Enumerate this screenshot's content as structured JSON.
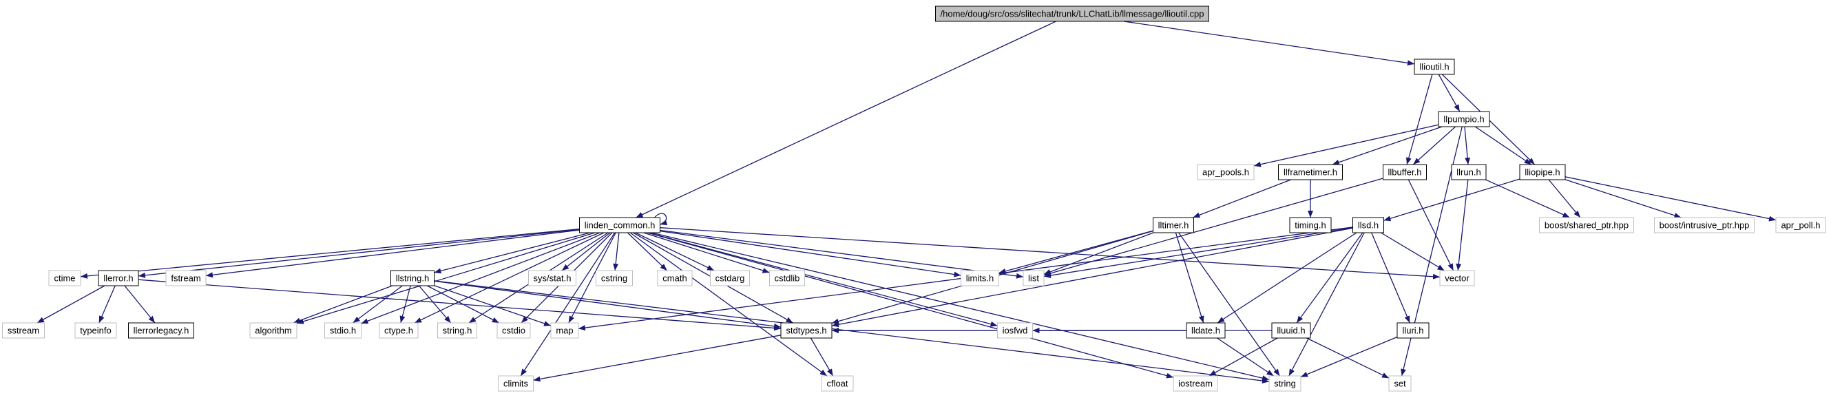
{
  "colors": {
    "edge": "#191970",
    "node_fill": "#ffffff",
    "root_fill": "#bfbfbf",
    "border_project": "#000000",
    "border_external": "#bfbfbf"
  },
  "nodes": [
    {
      "id": "root",
      "label": "/home/doug/src/oss/slitechat/trunk/LLChatLib/llmessage/llioutil.cpp",
      "kind": "root"
    },
    {
      "id": "llioutil",
      "label": "llioutil.h",
      "kind": "project"
    },
    {
      "id": "llpumpio",
      "label": "llpumpio.h",
      "kind": "project"
    },
    {
      "id": "lliopipe",
      "label": "lliopipe.h",
      "kind": "project"
    },
    {
      "id": "llbuffer",
      "label": "llbuffer.h",
      "kind": "project"
    },
    {
      "id": "llrun",
      "label": "llrun.h",
      "kind": "project"
    },
    {
      "id": "llframetimer",
      "label": "llframetimer.h",
      "kind": "project"
    },
    {
      "id": "apr_pools",
      "label": "apr_pools.h",
      "kind": "external"
    },
    {
      "id": "timing",
      "label": "timing.h",
      "kind": "project"
    },
    {
      "id": "lltimer",
      "label": "lltimer.h",
      "kind": "project"
    },
    {
      "id": "llsd",
      "label": "llsd.h",
      "kind": "project"
    },
    {
      "id": "boost_shared",
      "label": "boost/shared_ptr.hpp",
      "kind": "external"
    },
    {
      "id": "boost_intrusive",
      "label": "boost/intrusive_ptr.hpp",
      "kind": "external"
    },
    {
      "id": "apr_poll",
      "label": "apr_poll.h",
      "kind": "external"
    },
    {
      "id": "linden_common",
      "label": "linden_common.h",
      "kind": "project"
    },
    {
      "id": "ctime",
      "label": "ctime",
      "kind": "external"
    },
    {
      "id": "llerror",
      "label": "llerror.h",
      "kind": "project"
    },
    {
      "id": "fstream",
      "label": "fstream",
      "kind": "external"
    },
    {
      "id": "llstring",
      "label": "llstring.h",
      "kind": "project"
    },
    {
      "id": "sys_stat",
      "label": "sys/stat.h",
      "kind": "external"
    },
    {
      "id": "cstring",
      "label": "cstring",
      "kind": "external"
    },
    {
      "id": "cmath",
      "label": "cmath",
      "kind": "external"
    },
    {
      "id": "cstdarg",
      "label": "cstdarg",
      "kind": "external"
    },
    {
      "id": "cstdlib",
      "label": "cstdlib",
      "kind": "external"
    },
    {
      "id": "limits",
      "label": "limits.h",
      "kind": "external"
    },
    {
      "id": "list",
      "label": "list",
      "kind": "external"
    },
    {
      "id": "lldate",
      "label": "lldate.h",
      "kind": "project"
    },
    {
      "id": "lluuid",
      "label": "lluuid.h",
      "kind": "project"
    },
    {
      "id": "lluri",
      "label": "lluri.h",
      "kind": "project"
    },
    {
      "id": "vector",
      "label": "vector",
      "kind": "external"
    },
    {
      "id": "sstream",
      "label": "sstream",
      "kind": "external"
    },
    {
      "id": "typeinfo",
      "label": "typeinfo",
      "kind": "external"
    },
    {
      "id": "llerrorlegacy",
      "label": "llerrorlegacy.h",
      "kind": "project"
    },
    {
      "id": "algorithm",
      "label": "algorithm",
      "kind": "external"
    },
    {
      "id": "stdio",
      "label": "stdio.h",
      "kind": "external"
    },
    {
      "id": "ctype",
      "label": "ctype.h",
      "kind": "external"
    },
    {
      "id": "string_h",
      "label": "string.h",
      "kind": "external"
    },
    {
      "id": "cstdio",
      "label": "cstdio",
      "kind": "external"
    },
    {
      "id": "map",
      "label": "map",
      "kind": "external"
    },
    {
      "id": "stdtypes",
      "label": "stdtypes.h",
      "kind": "project"
    },
    {
      "id": "iosfwd",
      "label": "iosfwd",
      "kind": "external"
    },
    {
      "id": "iostream",
      "label": "iostream",
      "kind": "external"
    },
    {
      "id": "string",
      "label": "string",
      "kind": "external"
    },
    {
      "id": "set",
      "label": "set",
      "kind": "external"
    },
    {
      "id": "climits",
      "label": "climits",
      "kind": "external"
    },
    {
      "id": "cfloat",
      "label": "cfloat",
      "kind": "external"
    }
  ],
  "edges": [
    [
      "root",
      "llioutil"
    ],
    [
      "root",
      "linden_common"
    ],
    [
      "llioutil",
      "llpumpio"
    ],
    [
      "llioutil",
      "lliopipe"
    ],
    [
      "llioutil",
      "llbuffer"
    ],
    [
      "llpumpio",
      "apr_pools"
    ],
    [
      "llpumpio",
      "llframetimer"
    ],
    [
      "llpumpio",
      "llbuffer"
    ],
    [
      "llpumpio",
      "llrun"
    ],
    [
      "llpumpio",
      "lliopipe"
    ],
    [
      "llpumpio",
      "set"
    ],
    [
      "lliopipe",
      "llsd"
    ],
    [
      "lliopipe",
      "boost_shared"
    ],
    [
      "lliopipe",
      "boost_intrusive"
    ],
    [
      "lliopipe",
      "apr_poll"
    ],
    [
      "llbuffer",
      "list"
    ],
    [
      "llbuffer",
      "vector"
    ],
    [
      "llrun",
      "boost_shared"
    ],
    [
      "llrun",
      "vector"
    ],
    [
      "llframetimer",
      "lltimer"
    ],
    [
      "llframetimer",
      "timing"
    ],
    [
      "lltimer",
      "limits"
    ],
    [
      "lltimer",
      "list"
    ],
    [
      "lltimer",
      "lldate"
    ],
    [
      "lltimer",
      "stdtypes"
    ],
    [
      "lltimer",
      "string"
    ],
    [
      "llsd",
      "map"
    ],
    [
      "llsd",
      "list"
    ],
    [
      "llsd",
      "lldate"
    ],
    [
      "llsd",
      "lluuid"
    ],
    [
      "llsd",
      "lluri"
    ],
    [
      "llsd",
      "string"
    ],
    [
      "llsd",
      "vector"
    ],
    [
      "llsd",
      "stdtypes"
    ],
    [
      "lldate",
      "iosfwd"
    ],
    [
      "lldate",
      "string"
    ],
    [
      "lldate",
      "stdtypes"
    ],
    [
      "lluuid",
      "iostream"
    ],
    [
      "lluuid",
      "set"
    ],
    [
      "lluuid",
      "stdtypes"
    ],
    [
      "lluri",
      "string"
    ],
    [
      "linden_common",
      "linden_common"
    ],
    [
      "linden_common",
      "ctime"
    ],
    [
      "linden_common",
      "llerror"
    ],
    [
      "linden_common",
      "fstream"
    ],
    [
      "linden_common",
      "llstring"
    ],
    [
      "linden_common",
      "sys_stat"
    ],
    [
      "linden_common",
      "cstring"
    ],
    [
      "linden_common",
      "cmath"
    ],
    [
      "linden_common",
      "cstdarg"
    ],
    [
      "linden_common",
      "cstdlib"
    ],
    [
      "linden_common",
      "limits"
    ],
    [
      "linden_common",
      "list"
    ],
    [
      "linden_common",
      "vector"
    ],
    [
      "linden_common",
      "algorithm"
    ],
    [
      "linden_common",
      "stdio"
    ],
    [
      "linden_common",
      "ctype"
    ],
    [
      "linden_common",
      "string_h"
    ],
    [
      "linden_common",
      "cstdio"
    ],
    [
      "linden_common",
      "map"
    ],
    [
      "linden_common",
      "stdtypes"
    ],
    [
      "linden_common",
      "iosfwd"
    ],
    [
      "linden_common",
      "iostream"
    ],
    [
      "linden_common",
      "string"
    ],
    [
      "linden_common",
      "climits"
    ],
    [
      "linden_common",
      "cfloat"
    ],
    [
      "llerror",
      "sstream"
    ],
    [
      "llerror",
      "typeinfo"
    ],
    [
      "llerror",
      "llerrorlegacy"
    ],
    [
      "llerror",
      "stdtypes"
    ],
    [
      "llstring",
      "algorithm"
    ],
    [
      "llstring",
      "stdio"
    ],
    [
      "llstring",
      "ctype"
    ],
    [
      "llstring",
      "string_h"
    ],
    [
      "llstring",
      "cstdio"
    ],
    [
      "llstring",
      "map"
    ],
    [
      "llstring",
      "stdtypes"
    ],
    [
      "llstring",
      "string"
    ],
    [
      "stdtypes",
      "climits"
    ],
    [
      "stdtypes",
      "cfloat"
    ]
  ]
}
